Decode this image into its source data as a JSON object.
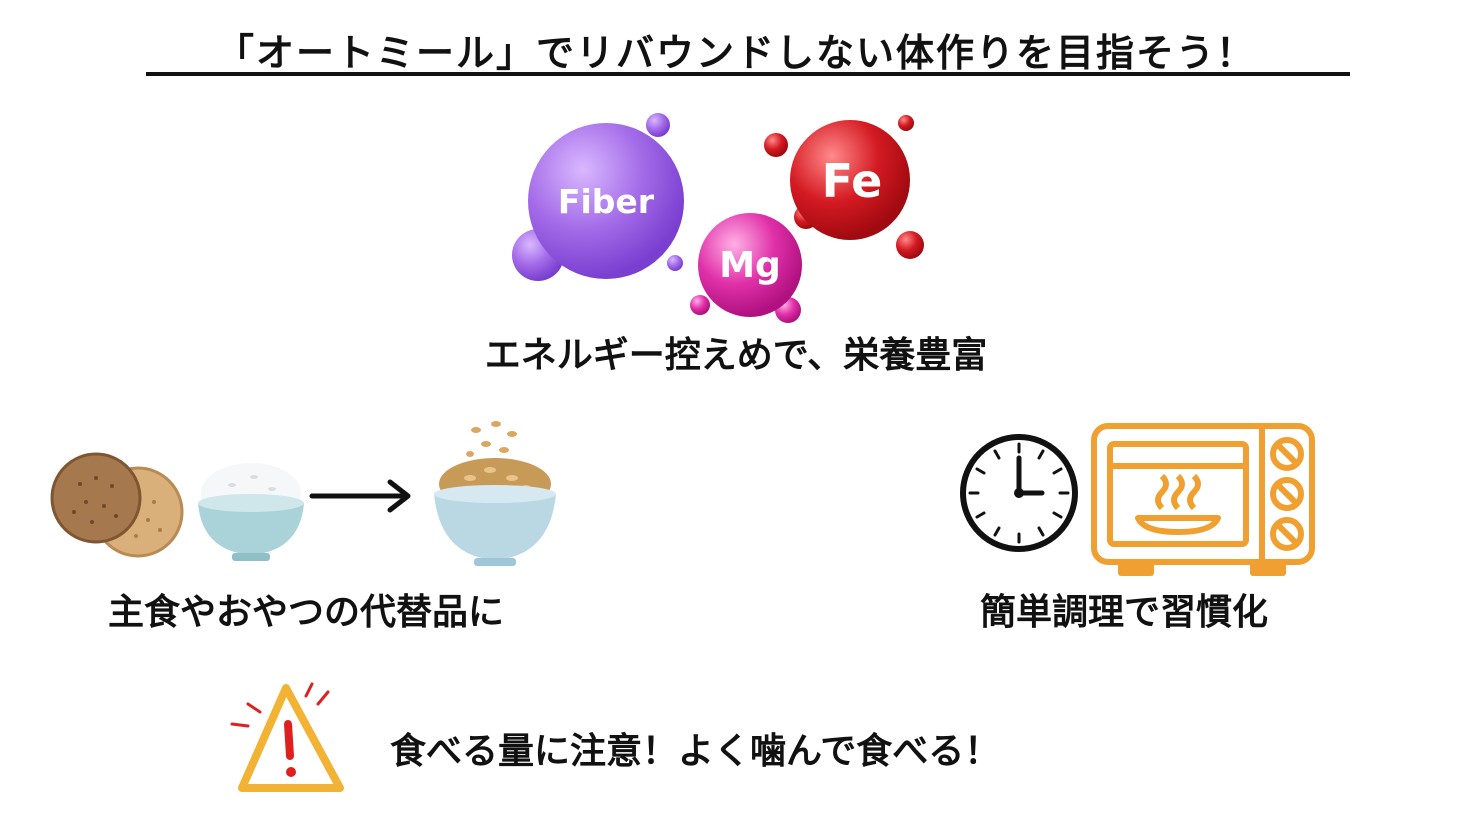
{
  "header": {
    "title": "「オートミール」でリバウンドしない体作りを目指そう！"
  },
  "nutrition": {
    "molecules": [
      {
        "label": "Fiber",
        "icon": "fiber-molecule-icon",
        "color": "#a36be8"
      },
      {
        "label": "Mg",
        "icon": "magnesium-molecule-icon",
        "color": "#e030a8"
      },
      {
        "label": "Fe",
        "icon": "iron-molecule-icon",
        "color": "#d41a22"
      }
    ],
    "caption": "エネルギー控えめで、栄養豊富"
  },
  "staple": {
    "icons": [
      "cookies-icon",
      "rice-bowl-icon",
      "arrow-right-icon",
      "oatmeal-bowl-icon"
    ],
    "caption": "主食やおやつの代替品に"
  },
  "cooking": {
    "icons": [
      "clock-icon",
      "microwave-icon"
    ],
    "accent_color": "#f0a030",
    "caption": "簡単調理で習慣化"
  },
  "warning": {
    "icon": "warning-icon",
    "accent_color": "#f2b233",
    "mark_color": "#e02020",
    "caption": "食べる量に注意！よく噛んで食べる！"
  }
}
